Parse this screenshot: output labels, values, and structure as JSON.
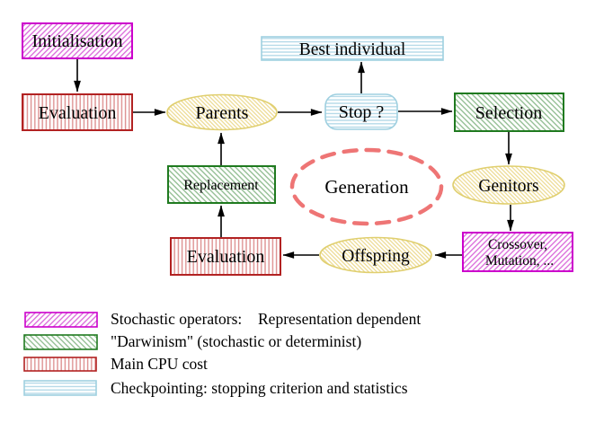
{
  "diagram": {
    "nodes": {
      "initialisation": "Initialisation",
      "evaluation_top": "Evaluation",
      "parents": "Parents",
      "best_individual": "Best individual",
      "stop": "Stop ?",
      "selection": "Selection",
      "genitors": "Genitors",
      "crossover_mutation": {
        "line1": "Crossover,",
        "line2": "Mutation, ..."
      },
      "offspring": "Offspring",
      "evaluation_bottom": "Evaluation",
      "replacement": "Replacement",
      "generation": "Generation"
    },
    "legend": {
      "items": [
        {
          "pattern": "magenta-diagonal-hatch",
          "label": "Stochastic operators:",
          "label_color": "#cc00cc",
          "suffix": "Representation dependent",
          "suffix_color": "#eecc44"
        },
        {
          "pattern": "green-diagonal-hatch",
          "label": "\"Darwinism\" (stochastic or determinist)",
          "label_color": "#1a7a1a"
        },
        {
          "pattern": "red-vertical-hatch",
          "label": "Main CPU cost",
          "label_color": "#cc2222"
        },
        {
          "pattern": "cyan-horizontal-hatch",
          "label": "Checkpointing: stopping criterion and statistics",
          "label_color": "#9fcfe8"
        }
      ]
    },
    "colors": {
      "magenta_border": "#cc00cc",
      "magenta_hatch": "#d966d9",
      "green_border": "#1f7a1f",
      "green_hatch": "#8cba8c",
      "red_border": "#b22222",
      "red_hatch": "#dd9090",
      "cyan_border": "#9fd0e0",
      "cyan_hatch": "#aed6e6",
      "yellow_border": "#e0cf6f",
      "yellow_hatch": "#ecd98e",
      "salmon": "#ee7575",
      "arrow": "#000000",
      "node_text": "#000000"
    }
  }
}
